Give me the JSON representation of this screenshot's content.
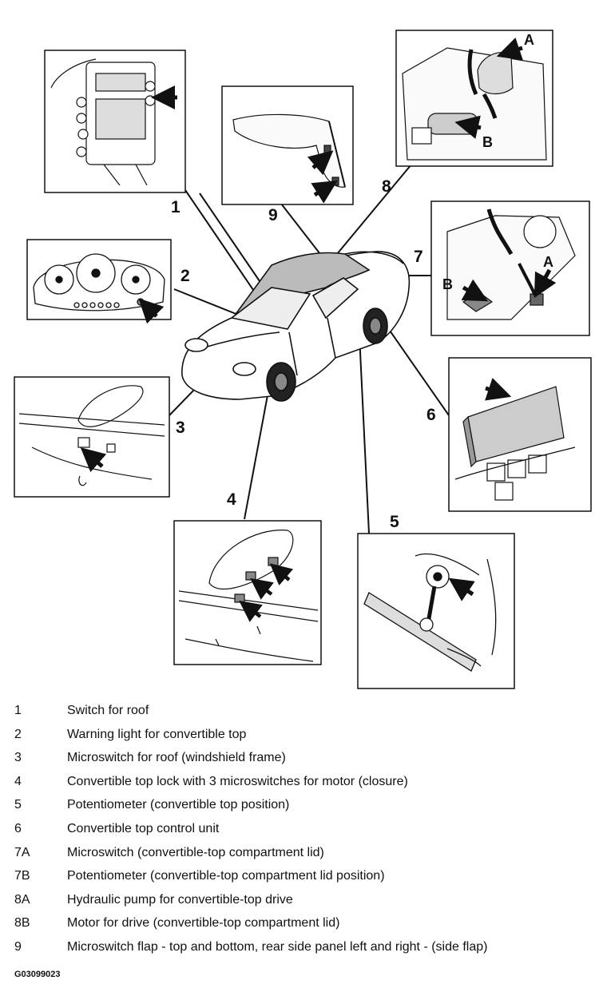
{
  "diagram": {
    "callouts": {
      "c1": "1",
      "c2": "2",
      "c3": "3",
      "c4": "4",
      "c5": "5",
      "c6": "6",
      "c7": "7",
      "c8": "8",
      "c9": "9",
      "a8": "A",
      "b8": "B",
      "a7": "A",
      "b7": "B"
    }
  },
  "legend": [
    {
      "num": "1",
      "text": "Switch for roof"
    },
    {
      "num": "2",
      "text": "Warning light for convertible top"
    },
    {
      "num": "3",
      "text": "Microswitch for roof (windshield frame)"
    },
    {
      "num": "4",
      "text": "Convertible top lock with 3 microswitches for motor (closure)"
    },
    {
      "num": "5",
      "text": "Potentiometer (convertible top position)"
    },
    {
      "num": "6",
      "text": "Convertible top control unit"
    },
    {
      "num": "7A",
      "text": "Microswitch (convertible-top compartment lid)"
    },
    {
      "num": "7B",
      "text": "Potentiometer (convertible-top compartment lid position)"
    },
    {
      "num": "8A",
      "text": "Hydraulic pump for convertible-top drive"
    },
    {
      "num": "8B",
      "text": "Motor for drive (convertible-top compartment lid)"
    },
    {
      "num": "9",
      "text": "Microswitch flap - top and bottom, rear side panel left and right - (side flap)"
    }
  ],
  "figure_code": "G03099023"
}
